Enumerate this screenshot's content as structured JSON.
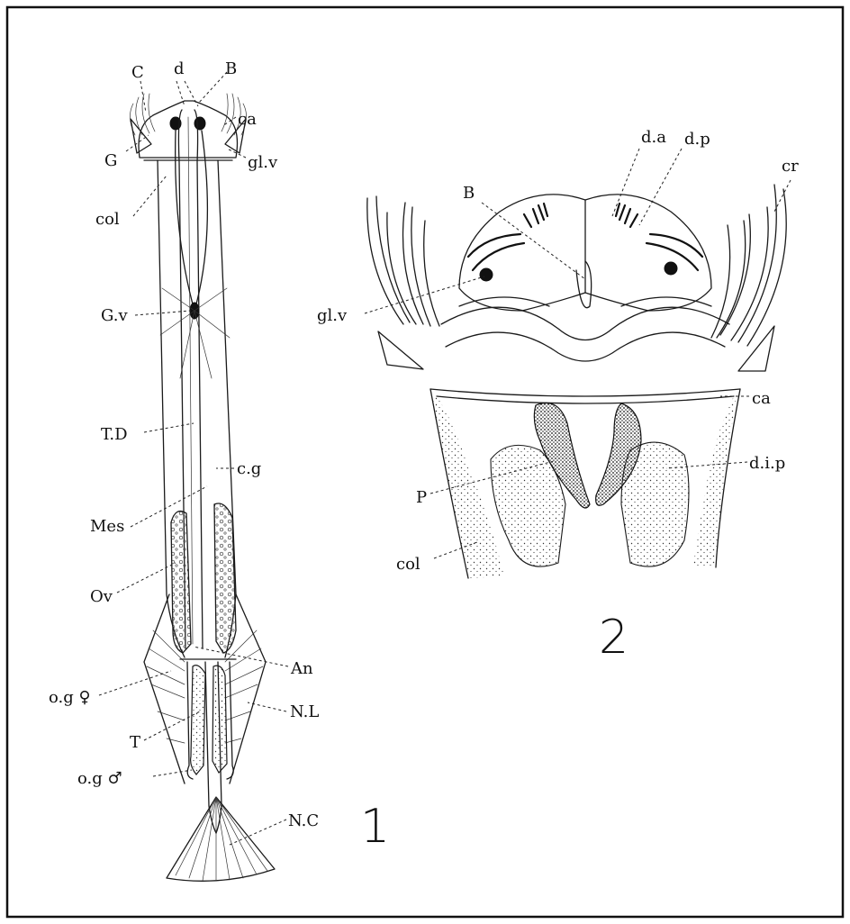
{
  "figure1": {
    "number": "1",
    "labels": {
      "c": "C",
      "d": "d",
      "B": "B",
      "ca": "ca",
      "G": "G",
      "glv": "gl.v",
      "col": "col",
      "Gv": "G.v",
      "TD": "T.D",
      "cg": "c.g",
      "Mes": "Mes",
      "Ov": "Ov",
      "An": "An",
      "ogf": "o.g ♀",
      "NL": "N.L",
      "T": "T",
      "ogm": "o.g ♂",
      "NC": "N.C"
    }
  },
  "figure2": {
    "number": "2",
    "labels": {
      "da": "d.a",
      "dp": "d.p",
      "cr": "cr",
      "B": "B",
      "glv": "gl.v",
      "ca": "ca",
      "dip": "d.i.p",
      "P": "P",
      "col": "col"
    }
  }
}
